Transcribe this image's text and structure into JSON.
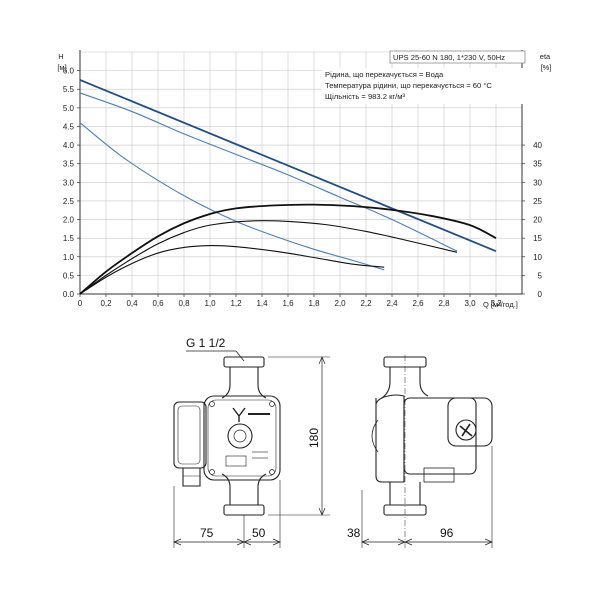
{
  "chart_data": {
    "type": "line",
    "info_box": {
      "model": "UPS 25-60 N 180, 1*230 V, 50Hz",
      "lines": [
        "Рідина, що перекачується = Вода",
        "Температура рідини, що перекачується = 60 °C",
        "Щільність = 983.2 кг/м³"
      ]
    },
    "x_axis": {
      "label": "Q [м³/год.]",
      "min": 0,
      "max": 3.4,
      "ticks": [
        "0",
        "0,2",
        "0,4",
        "0,6",
        "0,8",
        "1,0",
        "1,2",
        "1,4",
        "1,6",
        "1,8",
        "2,0",
        "2,2",
        "2,4",
        "2,6",
        "2,8",
        "3,0",
        "3,2"
      ]
    },
    "y_left": {
      "label": "H",
      "unit": "[м]",
      "min": 0,
      "max": 6.5,
      "ticks": [
        "0.0",
        "0.5",
        "1.0",
        "1.5",
        "2.0",
        "2.5",
        "3.0",
        "3.5",
        "4.0",
        "4.5",
        "5.0",
        "5.5",
        "6.0"
      ]
    },
    "y_right": {
      "label": "eta",
      "unit": "[%]",
      "min": 0,
      "max": 65,
      "ticks": [
        "0",
        "5",
        "10",
        "15",
        "20",
        "25",
        "30",
        "35",
        "40"
      ]
    },
    "grid": true,
    "series_head": [
      {
        "colour": "#1f4e85",
        "points": [
          [
            0,
            5.75
          ],
          [
            3.2,
            1.15
          ]
        ]
      },
      {
        "colour": "#4a7fb5",
        "points": [
          [
            0,
            5.4
          ],
          [
            0.4,
            4.9
          ],
          [
            0.8,
            4.3
          ],
          [
            1.2,
            3.75
          ],
          [
            1.6,
            3.2
          ],
          [
            2.0,
            2.6
          ],
          [
            2.4,
            2.0
          ],
          [
            2.9,
            1.15
          ]
        ]
      },
      {
        "colour": "#4a7fb5",
        "points": [
          [
            0,
            4.6
          ],
          [
            0.3,
            3.75
          ],
          [
            0.6,
            3.05
          ],
          [
            0.9,
            2.45
          ],
          [
            1.2,
            1.95
          ],
          [
            1.5,
            1.55
          ],
          [
            1.8,
            1.2
          ],
          [
            2.1,
            0.9
          ],
          [
            2.34,
            0.65
          ]
        ]
      }
    ],
    "series_efficiency": [
      {
        "colour": "#111111",
        "points": [
          [
            0,
            0
          ],
          [
            0.2,
            6
          ],
          [
            0.4,
            11
          ],
          [
            0.6,
            15.5
          ],
          [
            0.8,
            19
          ],
          [
            1.0,
            21.5
          ],
          [
            1.2,
            23
          ],
          [
            1.5,
            23.8
          ],
          [
            1.8,
            24
          ],
          [
            2.1,
            23.6
          ],
          [
            2.4,
            22.6
          ],
          [
            2.7,
            21
          ],
          [
            3.0,
            18.5
          ],
          [
            3.2,
            15
          ]
        ]
      },
      {
        "colour": "#111111",
        "points": [
          [
            0,
            0
          ],
          [
            0.2,
            5
          ],
          [
            0.4,
            9.5
          ],
          [
            0.6,
            13.5
          ],
          [
            0.8,
            16.5
          ],
          [
            1.0,
            18.5
          ],
          [
            1.3,
            19.6
          ],
          [
            1.6,
            19.5
          ],
          [
            1.9,
            18.6
          ],
          [
            2.2,
            16.8
          ],
          [
            2.5,
            14.5
          ],
          [
            2.9,
            11.2
          ]
        ]
      },
      {
        "colour": "#111111",
        "points": [
          [
            0,
            0
          ],
          [
            0.2,
            4.5
          ],
          [
            0.4,
            8.2
          ],
          [
            0.6,
            11
          ],
          [
            0.8,
            12.5
          ],
          [
            1.0,
            13
          ],
          [
            1.2,
            12.7
          ],
          [
            1.5,
            11.5
          ],
          [
            1.8,
            9.8
          ],
          [
            2.1,
            8
          ],
          [
            2.34,
            7.2
          ]
        ]
      }
    ]
  },
  "drawing": {
    "front_view": {
      "thread_label": "G 1 1/2",
      "dim_height": "180",
      "dim_left": "75",
      "dim_right": "50"
    },
    "side_view": {
      "dim_left": "38",
      "dim_right": "96"
    }
  },
  "colours": {
    "grid": "#c8c8c8",
    "axis": "#333333",
    "ink": "#222222"
  }
}
